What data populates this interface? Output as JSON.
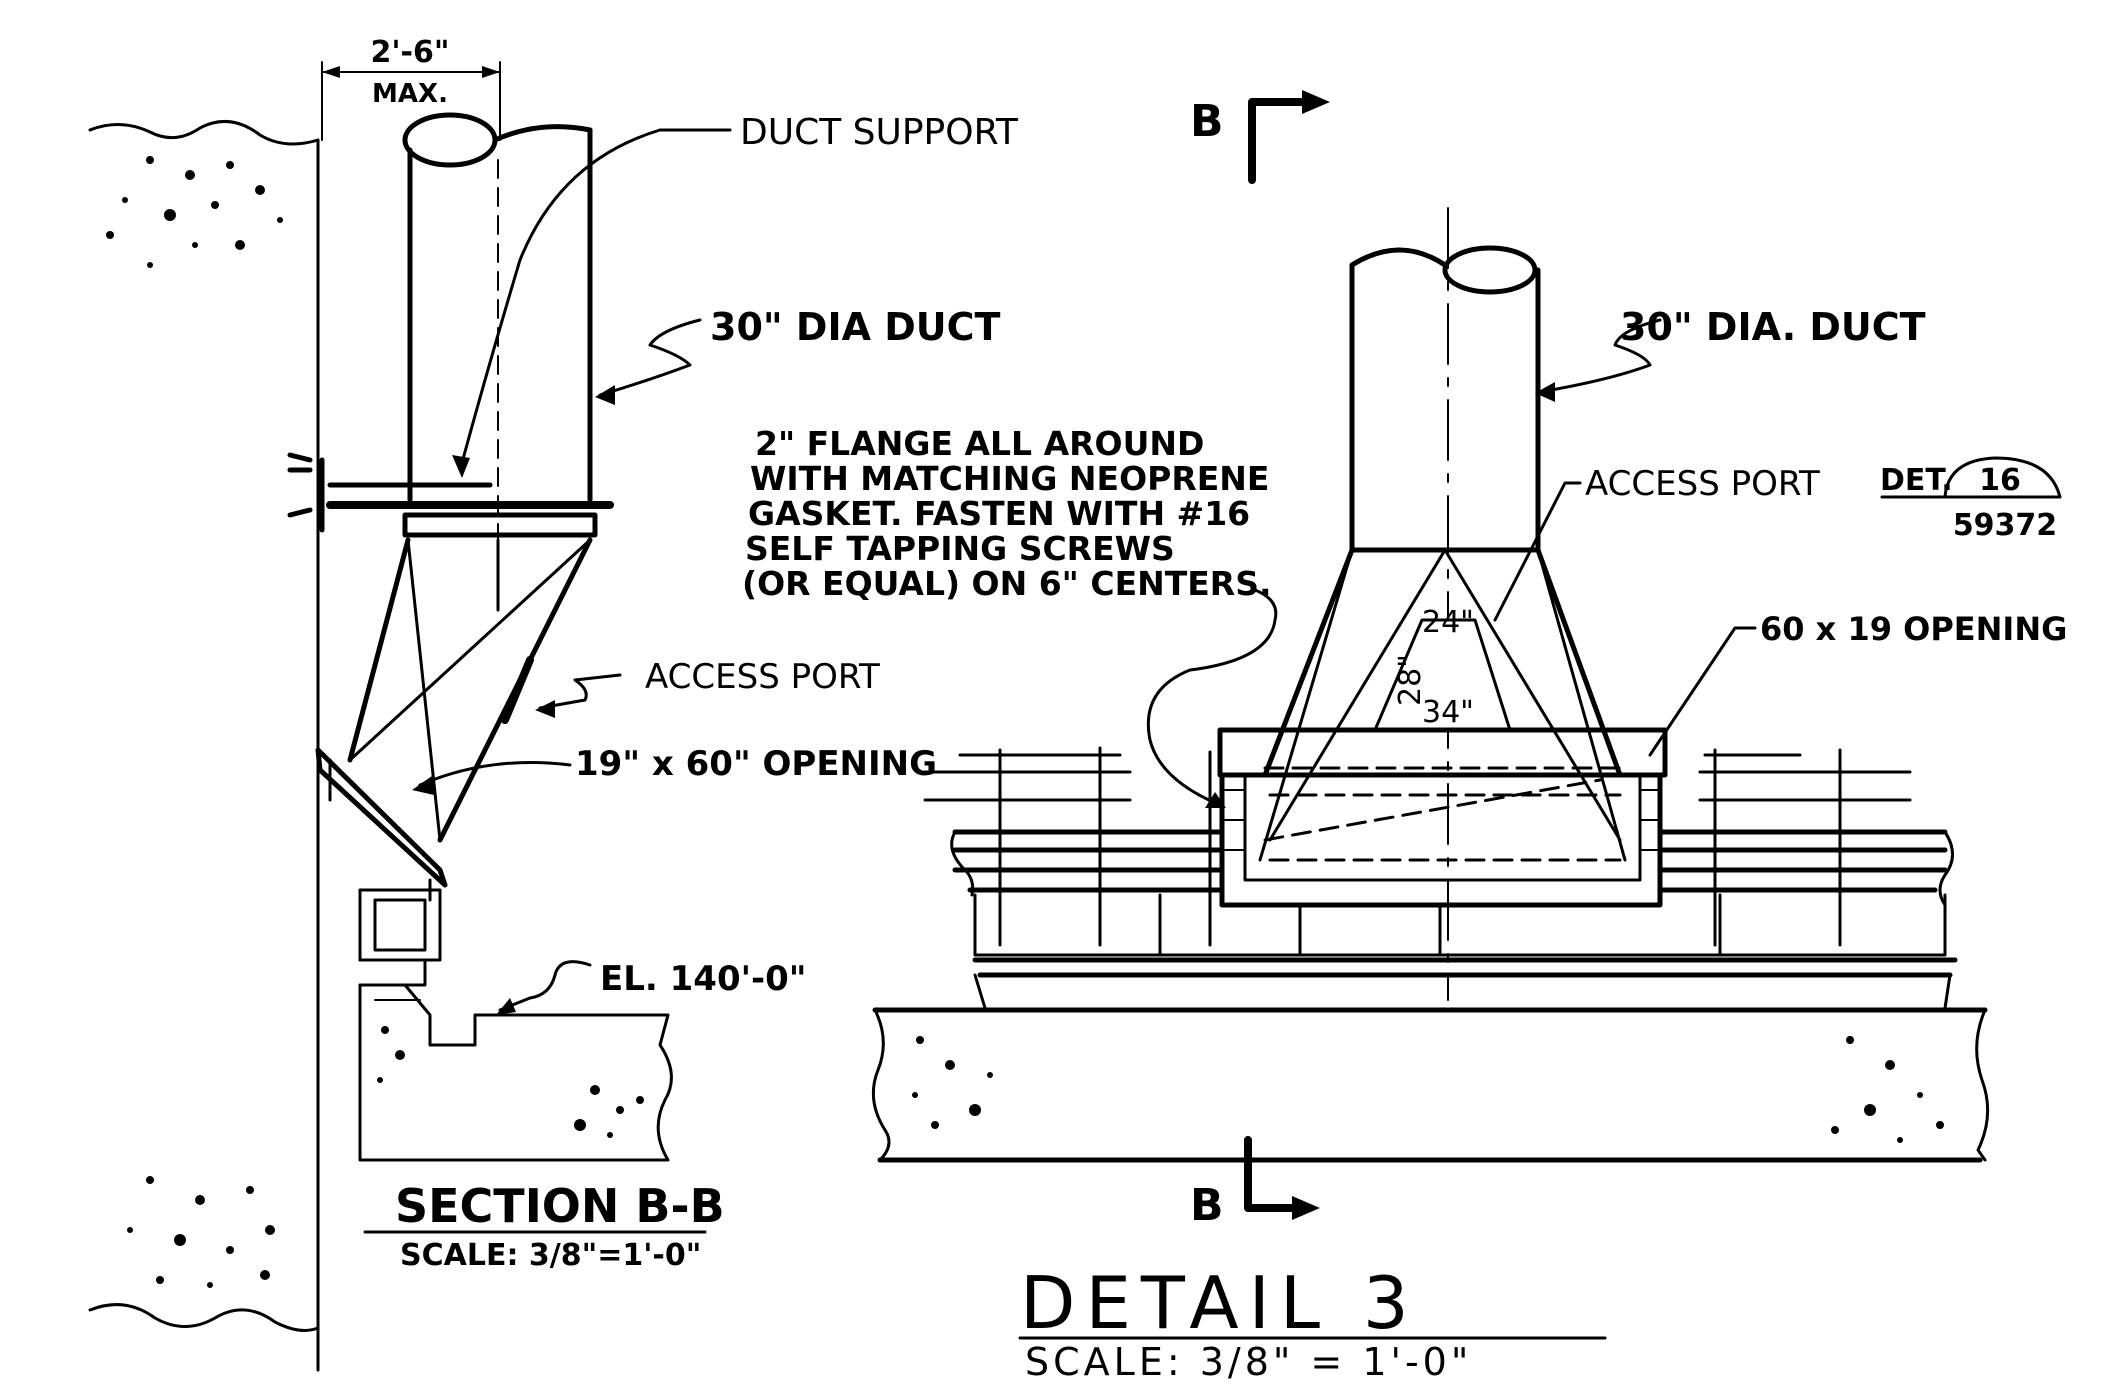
{
  "section": {
    "dimension_top": "2'-6\"",
    "dimension_max": "MAX.",
    "duct_support": "DUCT SUPPORT",
    "duct_dia": "30\" DIA DUCT",
    "access_port": "ACCESS PORT",
    "opening": "19\" x 60\" OPENING",
    "elevation": "EL. 140'-0\"",
    "title": "SECTION B-B",
    "scale": "SCALE: 3/8\"=1'-0\""
  },
  "detail": {
    "section_mark_top": "B",
    "section_mark_bottom": "B",
    "duct_dia": "30\" DIA. DUCT",
    "flange_note": [
      "2\" FLANGE ALL AROUND",
      "WITH MATCHING NEOPRENE",
      "GASKET. FASTEN WITH #16",
      "SELF TAPPING SCREWS",
      "(OR EQUAL) ON 6\" CENTERS."
    ],
    "access_port": "ACCESS PORT",
    "det_ref_label": "DET.",
    "det_ref_number": "16",
    "det_ref_sheet": "59372",
    "opening": "60 x 19 OPENING",
    "dim_top": "24\"",
    "dim_side": "28\"",
    "dim_bottom": "34\"",
    "title": "DETAIL 3",
    "scale": "SCALE: 3/8\" = 1'-0\""
  }
}
